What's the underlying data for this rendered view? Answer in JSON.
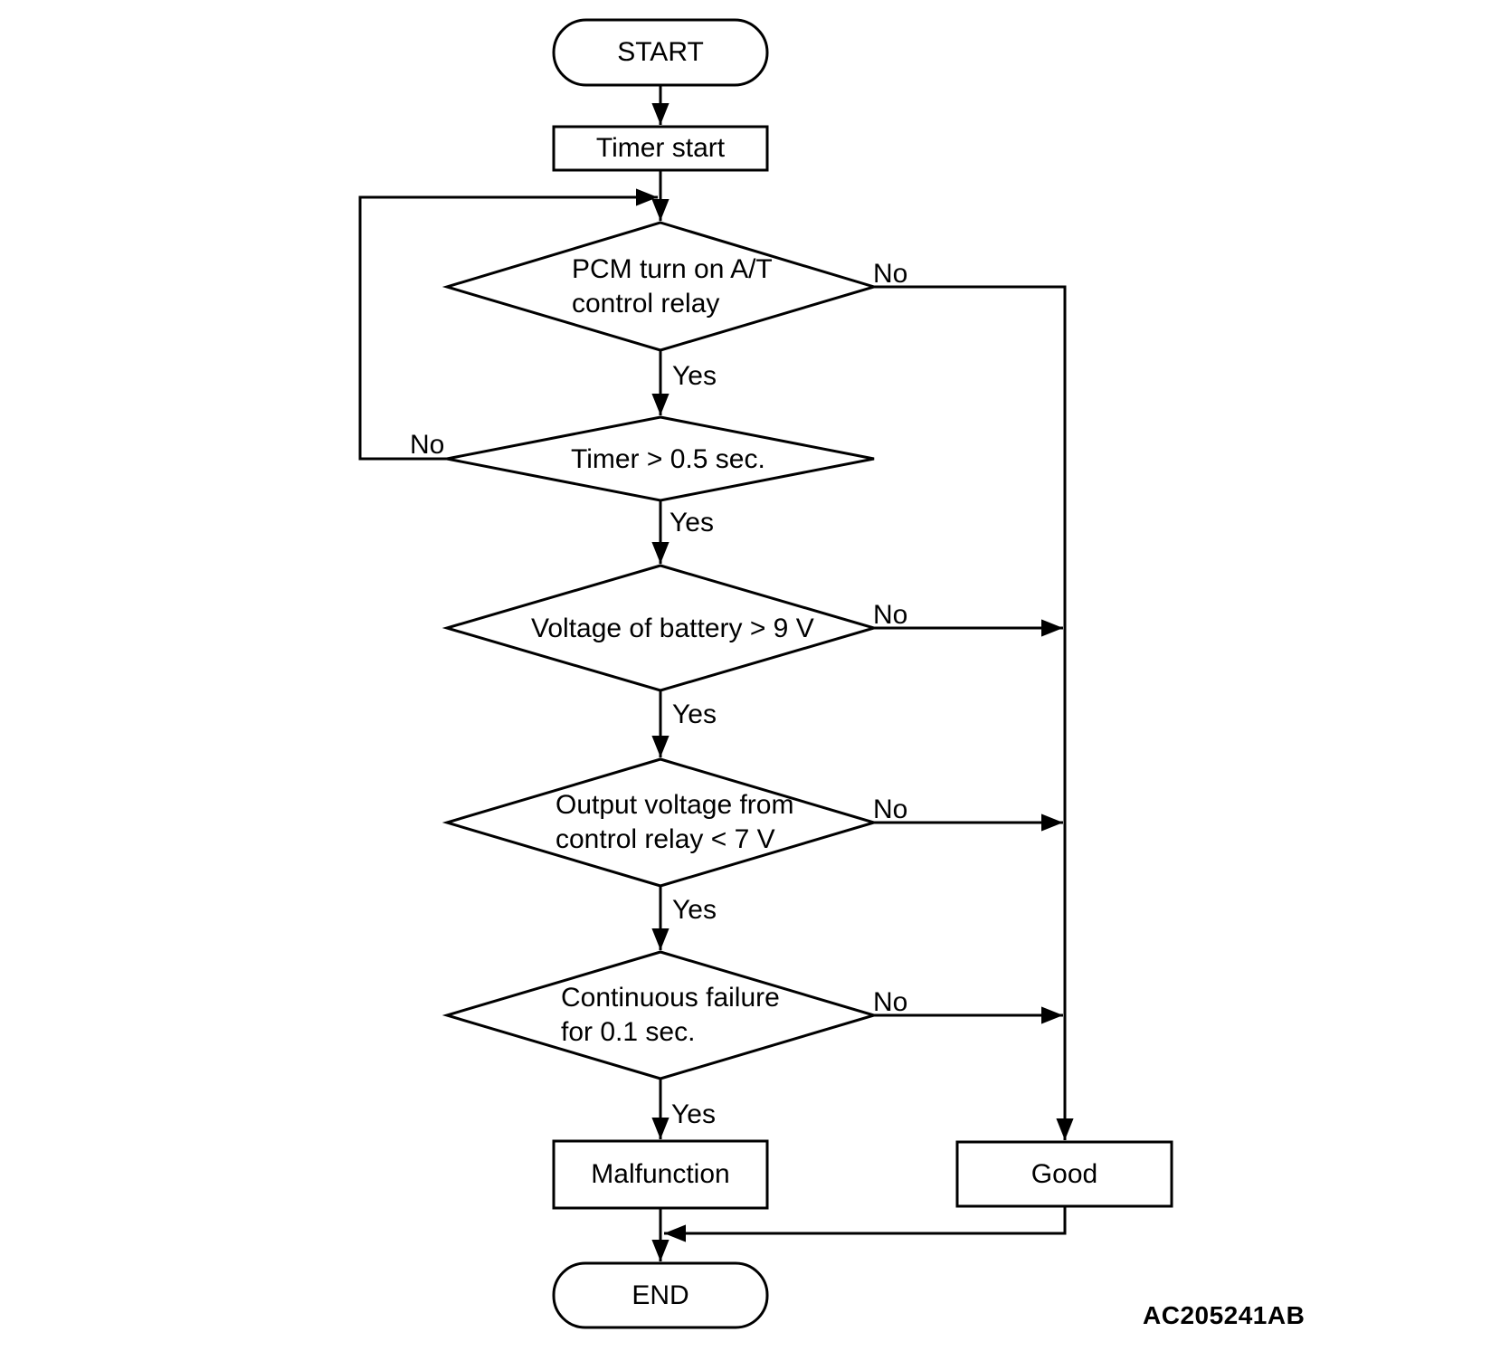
{
  "figure": {
    "code": "AC205241AB"
  },
  "colors": {
    "background": "#ffffff",
    "line": "#000000",
    "shape_fill": "#ffffff"
  },
  "flowchart": {
    "type": "flowchart",
    "nodes": [
      {
        "id": "start",
        "shape": "terminator",
        "label": "START"
      },
      {
        "id": "timer-start",
        "shape": "process",
        "label": "Timer start"
      },
      {
        "id": "pcm-relay-check",
        "shape": "decision",
        "lines": [
          "PCM turn on A/T",
          "control relay"
        ]
      },
      {
        "id": "timer-check",
        "shape": "decision",
        "lines": [
          "Timer > 0.5 sec."
        ]
      },
      {
        "id": "battery-voltage-check",
        "shape": "decision",
        "lines": [
          "Voltage of battery > 9 V"
        ]
      },
      {
        "id": "output-voltage-check",
        "shape": "decision",
        "lines": [
          "Output voltage from",
          "control relay < 7 V"
        ]
      },
      {
        "id": "continuous-failure-check",
        "shape": "decision",
        "lines": [
          "Continuous failure",
          "for 0.1 sec."
        ]
      },
      {
        "id": "malfunction",
        "shape": "process",
        "label": "Malfunction"
      },
      {
        "id": "good",
        "shape": "process",
        "label": "Good"
      },
      {
        "id": "end",
        "shape": "terminator",
        "label": "END"
      }
    ],
    "edges": [
      {
        "from": "start",
        "to": "timer-start",
        "label": ""
      },
      {
        "from": "timer-start",
        "to": "pcm-relay-check",
        "label": ""
      },
      {
        "from": "pcm-relay-check",
        "to": "timer-check",
        "label": "Yes"
      },
      {
        "from": "pcm-relay-check",
        "to": "good",
        "label": "No"
      },
      {
        "from": "timer-check",
        "to": "pcm-relay-check",
        "label": "No"
      },
      {
        "from": "timer-check",
        "to": "battery-voltage-check",
        "label": "Yes"
      },
      {
        "from": "battery-voltage-check",
        "to": "output-voltage-check",
        "label": "Yes"
      },
      {
        "from": "battery-voltage-check",
        "to": "good",
        "label": "No"
      },
      {
        "from": "output-voltage-check",
        "to": "continuous-failure-check",
        "label": "Yes"
      },
      {
        "from": "output-voltage-check",
        "to": "good",
        "label": "No"
      },
      {
        "from": "continuous-failure-check",
        "to": "malfunction",
        "label": "Yes"
      },
      {
        "from": "continuous-failure-check",
        "to": "good",
        "label": "No"
      },
      {
        "from": "malfunction",
        "to": "end",
        "label": ""
      },
      {
        "from": "good",
        "to": "end",
        "label": ""
      }
    ]
  }
}
